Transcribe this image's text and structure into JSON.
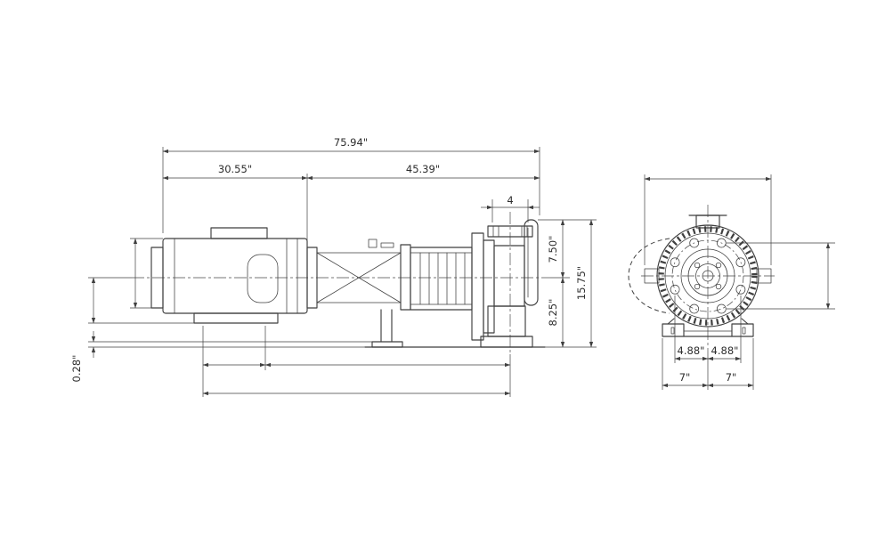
{
  "drawing": {
    "side_view": {
      "overall_length": "75.94\"",
      "motor_length": "30.55\"",
      "pump_length": "45.39\"",
      "port_size": "4",
      "height_upper": "7.50\"",
      "height_lower": "8.25\"",
      "height_total": "15.75\"",
      "base_thickness": "0.28\""
    },
    "end_view": {
      "bolt_spacing_left": "4.88\"",
      "bolt_spacing_right": "4.88\"",
      "foot_spacing_left": "7\"",
      "foot_spacing_right": "7\""
    },
    "colors": {
      "line": "#3f3f3f",
      "text": "#2d2d2d",
      "background": "#ffffff"
    }
  }
}
